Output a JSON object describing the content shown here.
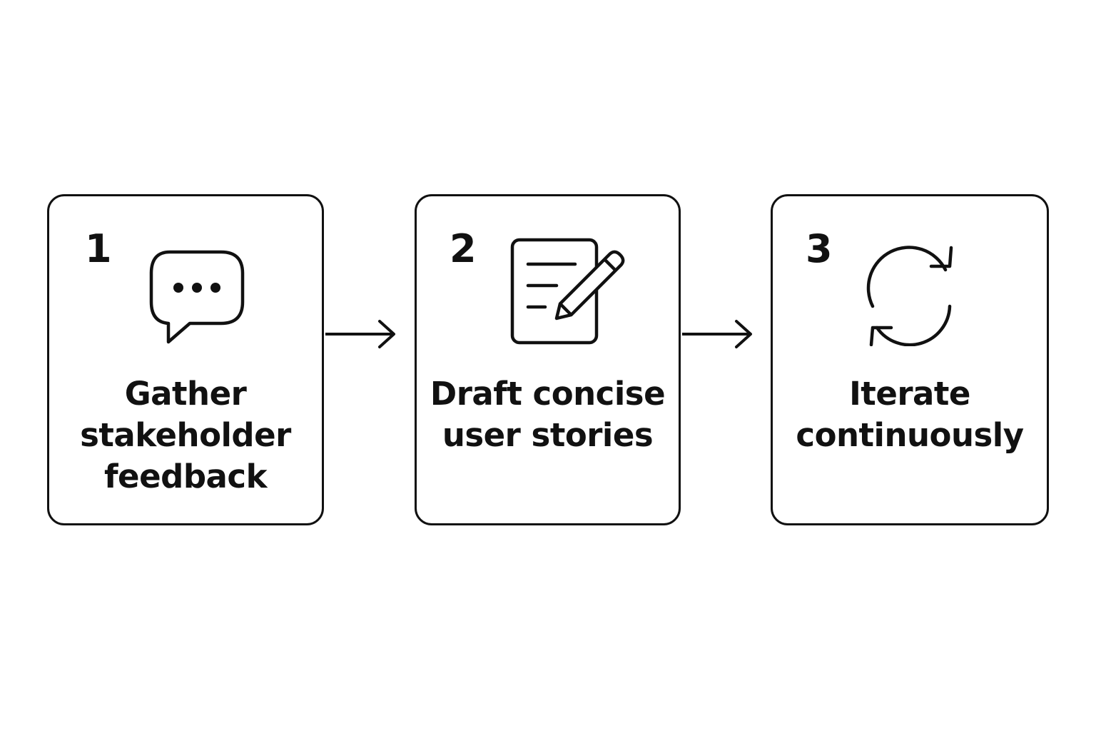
{
  "steps": [
    {
      "number": "1",
      "label": "Gather stakeholder feedback",
      "icon": "speech-bubble-icon"
    },
    {
      "number": "2",
      "label": "Draft concise user stories",
      "icon": "document-pencil-icon"
    },
    {
      "number": "3",
      "label": "Iterate continuously",
      "icon": "refresh-cycle-icon"
    }
  ],
  "connectors": [
    "arrow-right-icon",
    "arrow-right-icon"
  ],
  "colors": {
    "stroke": "#111111",
    "background": "#ffffff"
  }
}
